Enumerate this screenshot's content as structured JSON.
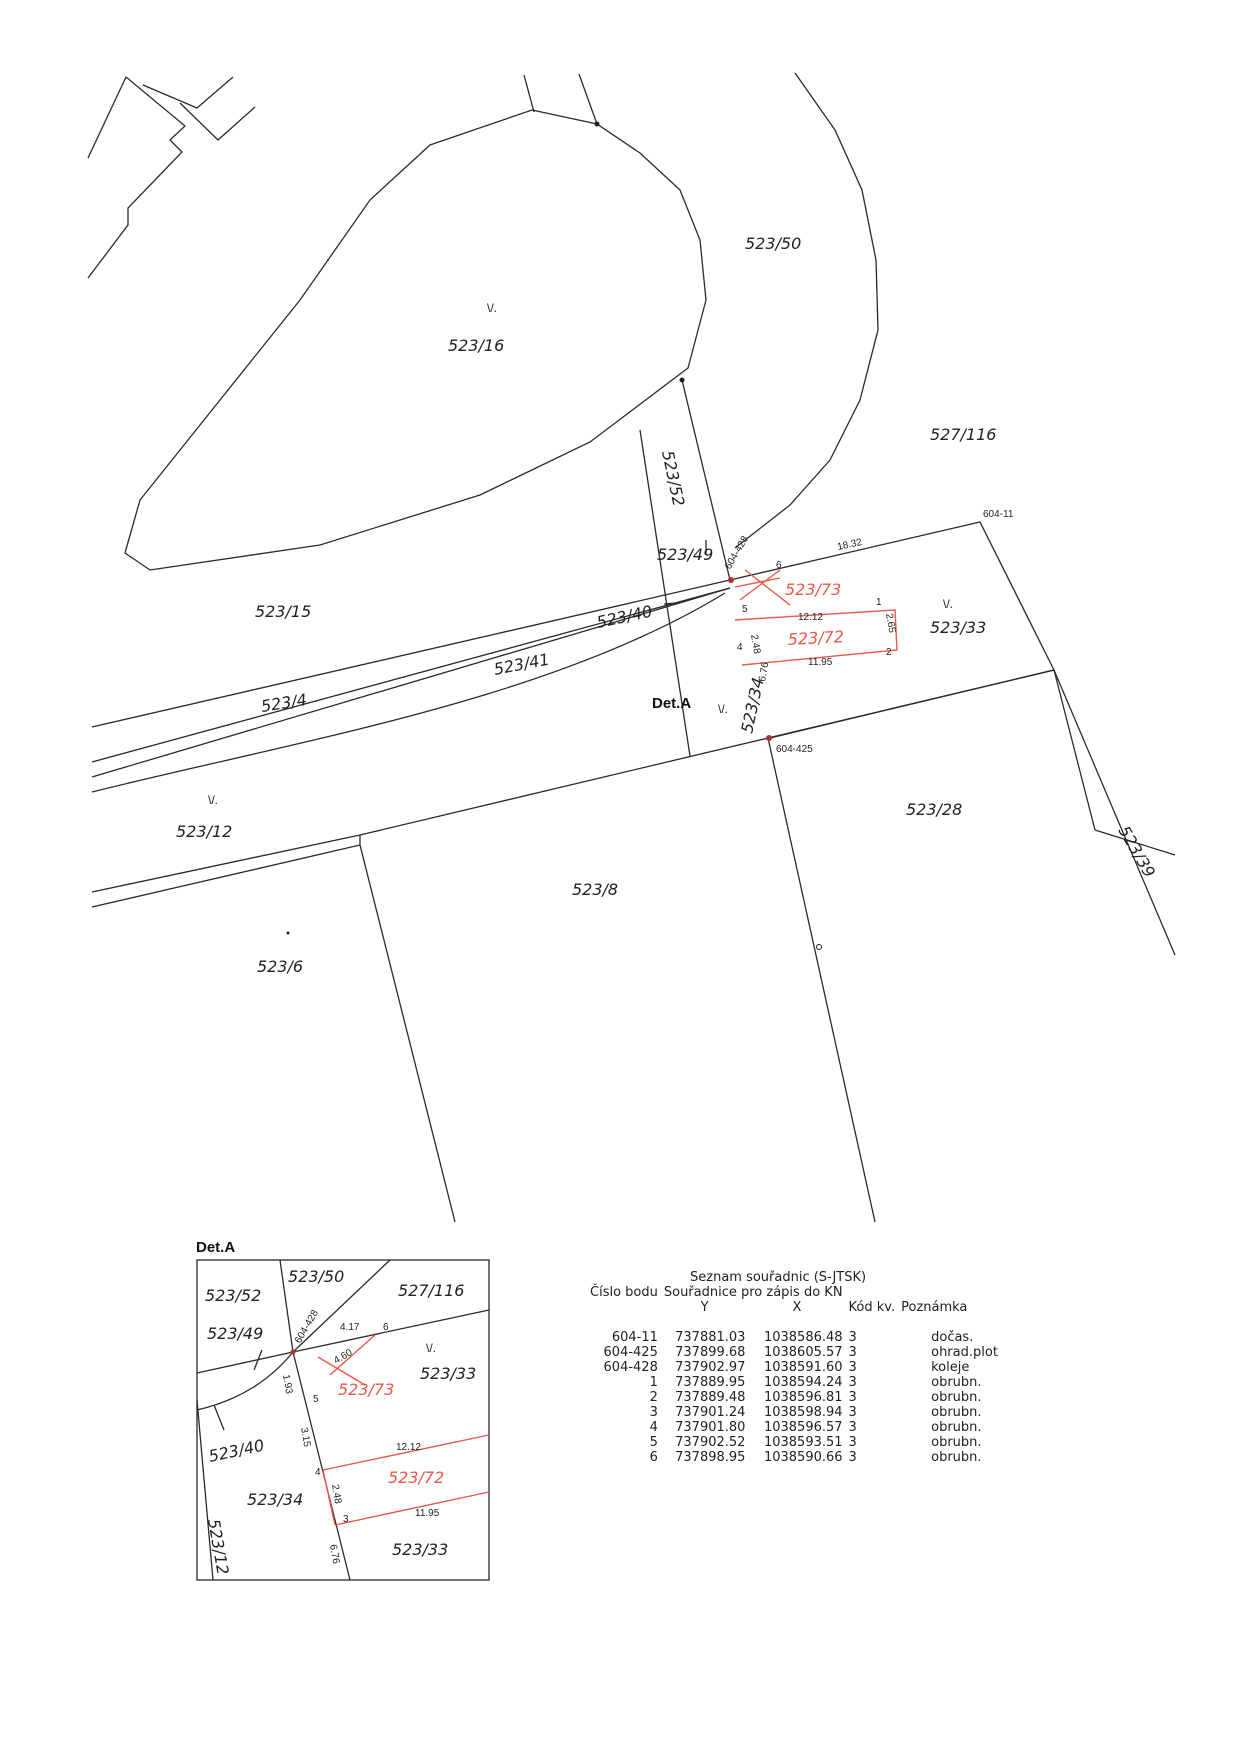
{
  "main_map": {
    "parcels": {
      "p523_50": "523/50",
      "p523_16": "523/16",
      "p527_116": "527/116",
      "p523_52": "523/52",
      "p523_49": "523/49",
      "p523_73": "523/73",
      "p523_15": "523/15",
      "p523_40": "523/40",
      "p523_72": "523/72",
      "p523_33": "523/33",
      "p523_41": "523/41",
      "p523_4": "523/4",
      "p523_34": "523/34",
      "p523_12": "523/12",
      "p523_28": "523/28",
      "p523_39": "523/39",
      "p523_8": "523/8",
      "p523_6": "523/6"
    },
    "points": {
      "pt_604_11": "604-11",
      "pt_604_428": "604-428",
      "pt_604_425": "604-425",
      "pt1": "1",
      "pt2": "2",
      "pt4": "4",
      "pt5": "5",
      "pt6": "6"
    },
    "measures": {
      "m18_32": "18.32",
      "m12_12": "12.12",
      "m2_65": "2.65",
      "m11_95": "11.95",
      "m2_48": "2.48",
      "m6_76": "6.76"
    },
    "marks": {
      "v": "\\/.",
      "v_small": "\\/"
    },
    "detail_label": "Det.A"
  },
  "detail": {
    "title": "Det.A",
    "parcels": {
      "p523_50": "523/50",
      "p527_116": "527/116",
      "p523_52": "523/52",
      "p523_49": "523/49",
      "p523_33a": "523/33",
      "p523_73": "523/73",
      "p523_40": "523/40",
      "p523_72": "523/72",
      "p523_34": "523/34",
      "p523_12": "523/12",
      "p523_33b": "523/33"
    },
    "points": {
      "pt_604_428": "604-428",
      "pt6": "6",
      "pt5": "5",
      "pt4": "4",
      "pt3": "3"
    },
    "measures": {
      "m4_17": "4.17",
      "m4_60": "4.60",
      "m1_93": "1.93",
      "m3_15": "3.15",
      "m12_12": "12.12",
      "m2_48": "2.48",
      "m11_95": "11.95",
      "m6_76": "6.76"
    },
    "mark": "\\/."
  },
  "coordinates": {
    "title": "Seznam souřadnic (S-JTSK)",
    "header1": {
      "cislo": "Číslo bodu",
      "souradnice": "Souřadnice pro zápis do KN"
    },
    "header2": {
      "y": "Y",
      "x": "X",
      "kod": "Kód kv.",
      "poznamka": "Poznámka"
    },
    "rows": [
      {
        "id": "604-11",
        "y": "737881.03",
        "x": "1038586.48",
        "kod": "3",
        "note": "dočas."
      },
      {
        "id": "604-425",
        "y": "737899.68",
        "x": "1038605.57",
        "kod": "3",
        "note": "ohrad.plot"
      },
      {
        "id": "604-428",
        "y": "737902.97",
        "x": "1038591.60",
        "kod": "3",
        "note": "koleje"
      },
      {
        "id": "1",
        "y": "737889.95",
        "x": "1038594.24",
        "kod": "3",
        "note": "obrubn."
      },
      {
        "id": "2",
        "y": "737889.48",
        "x": "1038596.81",
        "kod": "3",
        "note": "obrubn."
      },
      {
        "id": "3",
        "y": "737901.24",
        "x": "1038598.94",
        "kod": "3",
        "note": "obrubn."
      },
      {
        "id": "4",
        "y": "737901.80",
        "x": "1038596.57",
        "kod": "3",
        "note": "obrubn."
      },
      {
        "id": "5",
        "y": "737902.52",
        "x": "1038593.51",
        "kod": "3",
        "note": "obrubn."
      },
      {
        "id": "6",
        "y": "737898.95",
        "x": "1038590.66",
        "kod": "3",
        "note": "obrubn."
      }
    ]
  },
  "colors": {
    "line": "#2a2a2a",
    "red": "#e8584a"
  }
}
